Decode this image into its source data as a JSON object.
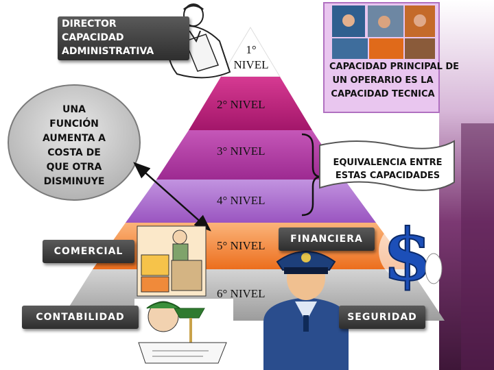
{
  "director_box": {
    "lines": [
      "DIRECTOR",
      "CAPACIDAD",
      "ADMINISTRATIVA"
    ]
  },
  "pyramid": {
    "levels": [
      "1°\nNIVEL",
      "2° NIVEL",
      "3° NIVEL",
      "4° NIVEL",
      "5° NIVEL",
      "6° NIVEL"
    ],
    "colors": [
      "#ffffff",
      "#c2187a",
      "#b33aa2",
      "#a963c9",
      "#f08a3a",
      "#b7b7b7"
    ]
  },
  "callout": {
    "lines": [
      "UNA",
      "FUNCIÓN",
      "AUMENTA A",
      "COSTA DE",
      "QUE OTRA",
      "DISMINUYE"
    ]
  },
  "operator_box": {
    "lines": [
      "CAPACIDAD PRINCIPAL DE",
      "UN OPERARIO ES LA",
      "CAPACIDAD TECNICA"
    ]
  },
  "equivalence": {
    "lines": [
      "EQUIVALENCIA ENTRE",
      "ESTAS CAPACIDADES"
    ]
  },
  "tags": {
    "comercial": "COMERCIAL",
    "contabilidad": "CONTABILIDAD",
    "financiera": "FINANCIERA",
    "seguridad": "SEGURIDAD"
  },
  "colors": {
    "sidebar": "#6a2a5f",
    "operator_bg": "#e9c6ef",
    "operator_border": "#b070c0"
  },
  "icons": [
    "businessman-clipart",
    "workers-photo-collage",
    "vendor-clipart",
    "dollar-sign-clipart",
    "police-officer-clipart",
    "accountant-clipart"
  ]
}
